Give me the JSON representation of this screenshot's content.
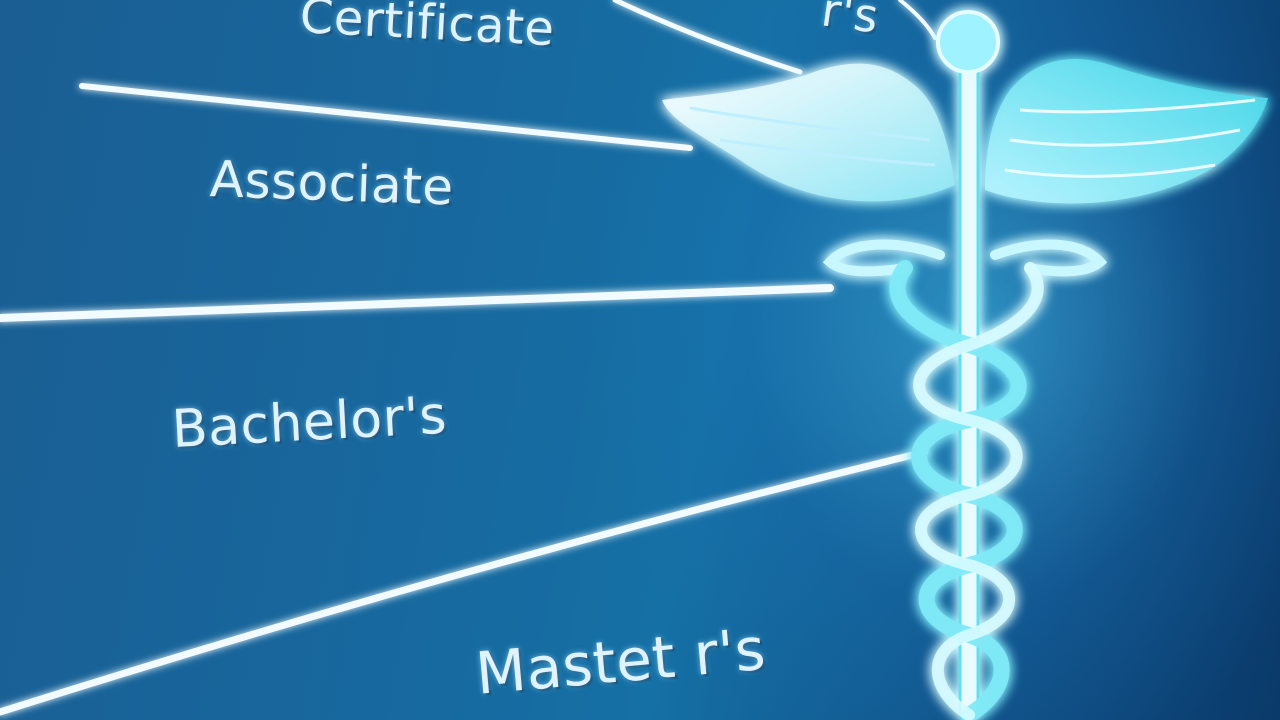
{
  "labels": {
    "certificate": "Certificate",
    "top_right_partial": "r's",
    "associate": "Associate",
    "bachelors": "Bachelor's",
    "masters": "Mastet r's"
  },
  "emblem": {
    "icon": "caduceus-icon"
  },
  "colors": {
    "background_dark": "#0a3a6a",
    "background_mid": "#1570a5",
    "glow": "#7ff0ff",
    "text": "#dff3ff"
  }
}
